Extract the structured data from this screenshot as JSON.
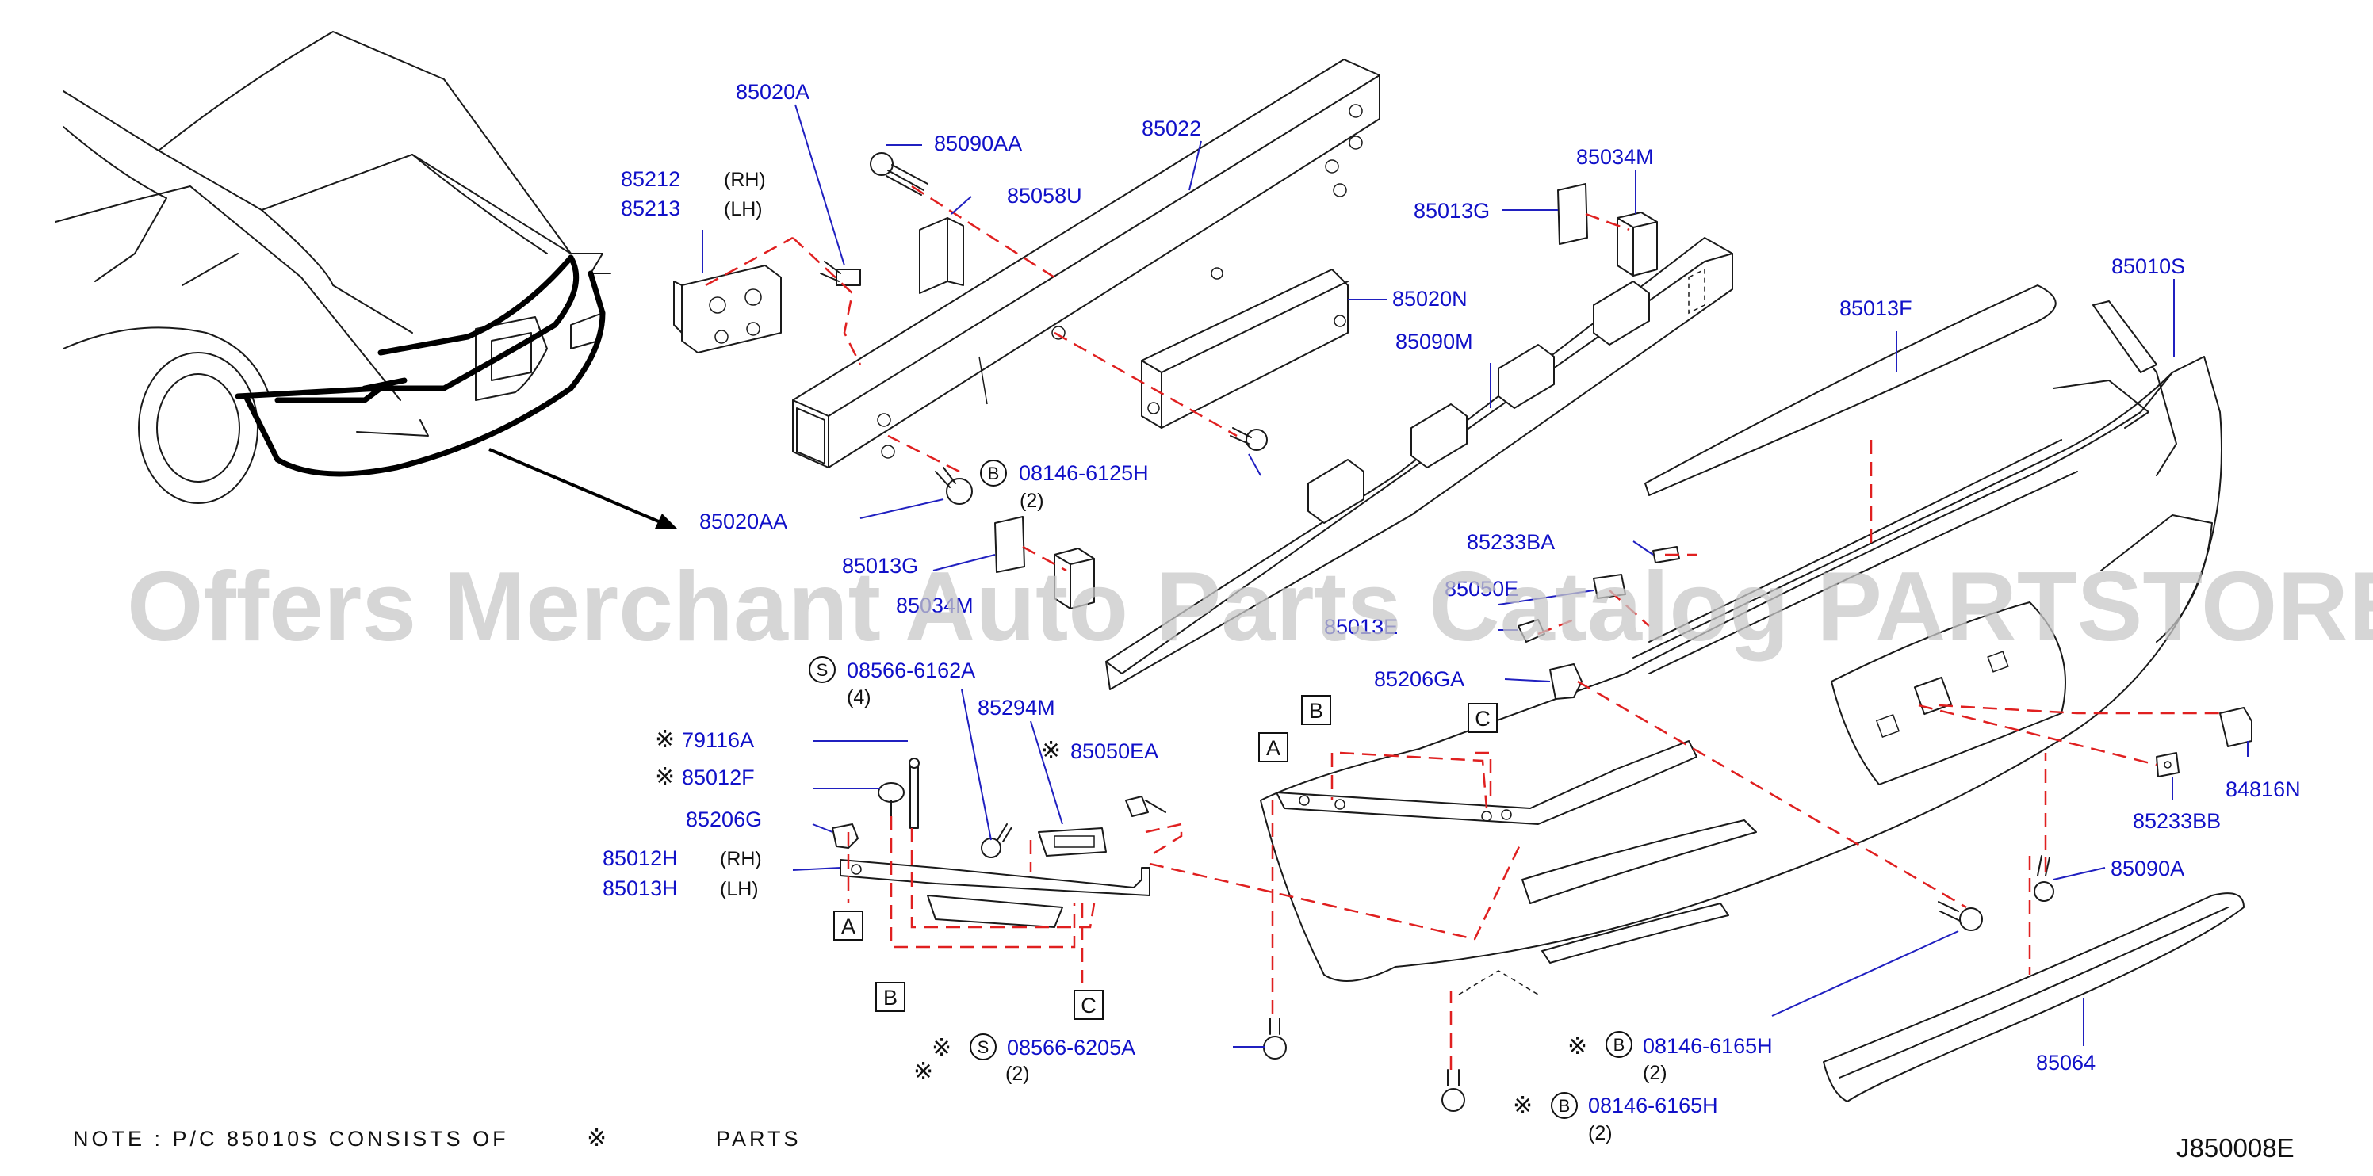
{
  "parts": {
    "p85020A": "85020A",
    "p85090AA": "85090AA",
    "p85022": "85022",
    "p85034M": "85034M",
    "p85212": "85212",
    "p85213": "85213",
    "p85058U": "85058U",
    "p85013G_top": "85013G",
    "p85020N": "85020N",
    "p85090M": "85090M",
    "p85010S": "85010S",
    "p85013F": "85013F",
    "p08146_6125H": "08146-6125H",
    "p85020AA": "85020AA",
    "p85013G_mid": "85013G",
    "p85233BA": "85233BA",
    "p85034M_partial": "85034M",
    "p85050E_partial": "85050E",
    "p85013E_partial": "85013E",
    "p85206GA": "85206GA",
    "p08566_6162A": "08566-6162A",
    "p79116A": "79116A",
    "p85294M": "85294M",
    "p85050EA": "85050EA",
    "p85012F": "85012F",
    "p85206G": "85206G",
    "p85012H": "85012H",
    "p85013H": "85013H",
    "p84816N": "84816N",
    "p85233BB": "85233BB",
    "p85090A": "85090A",
    "p08566_6205A": "08566-6205A",
    "p08146_6165H_a": "08146-6165H",
    "p08146_6165H_b": "08146-6165H",
    "p85064": "85064"
  },
  "qualifiers": {
    "rh_1": "(RH)",
    "lh_1": "(LH)",
    "rh_2": "(RH)",
    "lh_2": "(LH)",
    "qty_2_a": "(2)",
    "qty_4": "(4)",
    "qty_2_b": "(2)",
    "qty_2_c": "(2)",
    "qty_2_d": "(2)"
  },
  "symbols": {
    "star": "※",
    "bolt_b": "B",
    "screw_s": "S"
  },
  "callouts": {
    "a1": "A",
    "b1": "B",
    "c1": "C",
    "a2": "A",
    "b2": "B",
    "c2": "C"
  },
  "note": {
    "prefix": "NOTE : P/C 85010S CONSISTS OF",
    "star": "※",
    "suffix": "PARTS"
  },
  "diagram_code": "J850008E",
  "watermark": "Offers Merchant Auto Parts Catalog PARTSTORE.SA",
  "colors": {
    "part_number": "#1010c8",
    "dashed_line": "#e02020",
    "leader_line": "#2020c0",
    "drawing": "#1a1a1a"
  }
}
